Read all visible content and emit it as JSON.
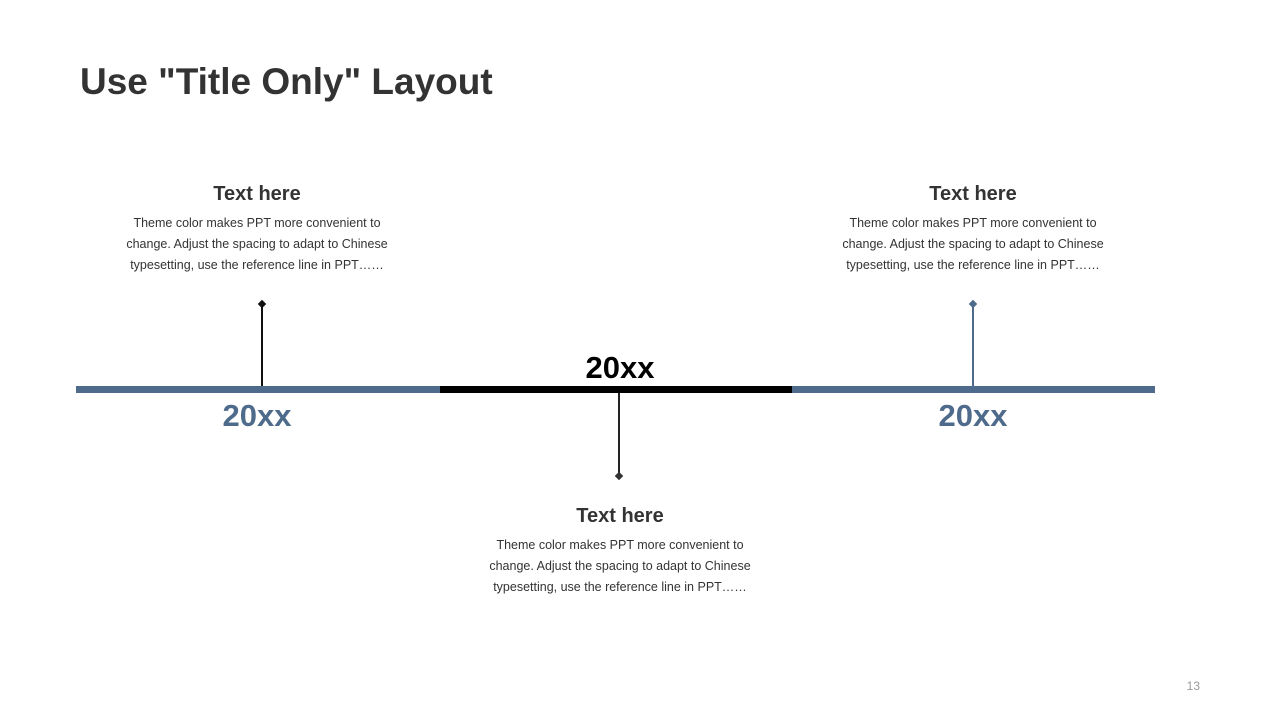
{
  "slide": {
    "title": "Use \"Title Only\" Layout",
    "page_number": "13"
  },
  "timeline": {
    "colors": {
      "accent": "#4e6b8c",
      "highlight": "#000000",
      "text": "#333333"
    },
    "items": [
      {
        "year": "20xx",
        "heading": "Text here",
        "body": "Theme color makes PPT more convenient to change. Adjust the spacing to adapt to Chinese typesetting, use the reference line in PPT……"
      },
      {
        "year": "20xx",
        "heading": "Text here",
        "body": "Theme color makes PPT more convenient to change. Adjust the spacing to adapt to Chinese typesetting, use the reference line in PPT……"
      },
      {
        "year": "20xx",
        "heading": "Text here",
        "body": "Theme color makes PPT more convenient to change. Adjust the spacing to adapt to Chinese typesetting, use the reference line in PPT……"
      }
    ]
  }
}
